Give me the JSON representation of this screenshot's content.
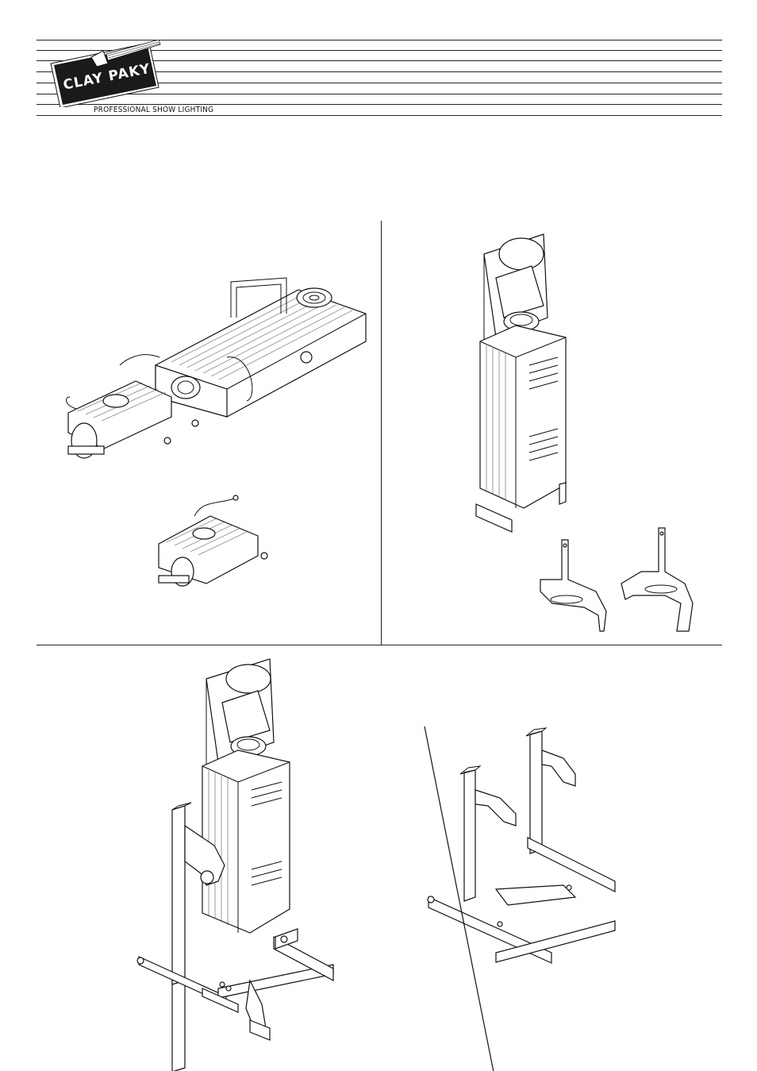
{
  "header": {
    "brand": "CLAY PAKY",
    "tagline": "PROFESSIONAL SHOW LIGHTING",
    "logo_icon": "spotlight-beam-logo"
  },
  "figures": [
    {
      "name": "fixture-exploded-with-lamp-housing"
    },
    {
      "name": "lamp-housing-module"
    },
    {
      "name": "fixture-upright-on-feet"
    },
    {
      "name": "support-foot-bracket-left"
    },
    {
      "name": "support-foot-bracket-right"
    },
    {
      "name": "fixture-mounted-on-floor-stand"
    },
    {
      "name": "floor-stand-with-brackets"
    }
  ]
}
